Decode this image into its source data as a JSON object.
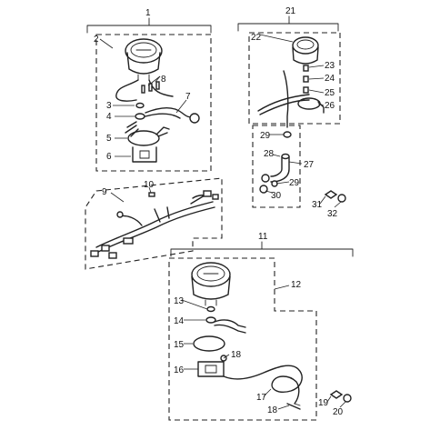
{
  "labels": {
    "l1": "1",
    "l2": "2",
    "l3": "3",
    "l4": "4",
    "l5": "5",
    "l6": "6",
    "l7": "7",
    "l8": "8",
    "l9": "9",
    "l10": "10",
    "l11": "11",
    "l12": "12",
    "l13": "13",
    "l14": "14",
    "l15": "15",
    "l16": "16",
    "l17": "17",
    "l18a": "18",
    "l18b": "18",
    "l19": "19",
    "l20": "20",
    "l21": "21",
    "l22": "22",
    "l23": "23",
    "l24": "24",
    "l25": "25",
    "l26": "26",
    "l27": "27",
    "l28": "28",
    "l29a": "29",
    "l29b": "29",
    "l30": "30",
    "l31": "31",
    "l32": "32"
  }
}
